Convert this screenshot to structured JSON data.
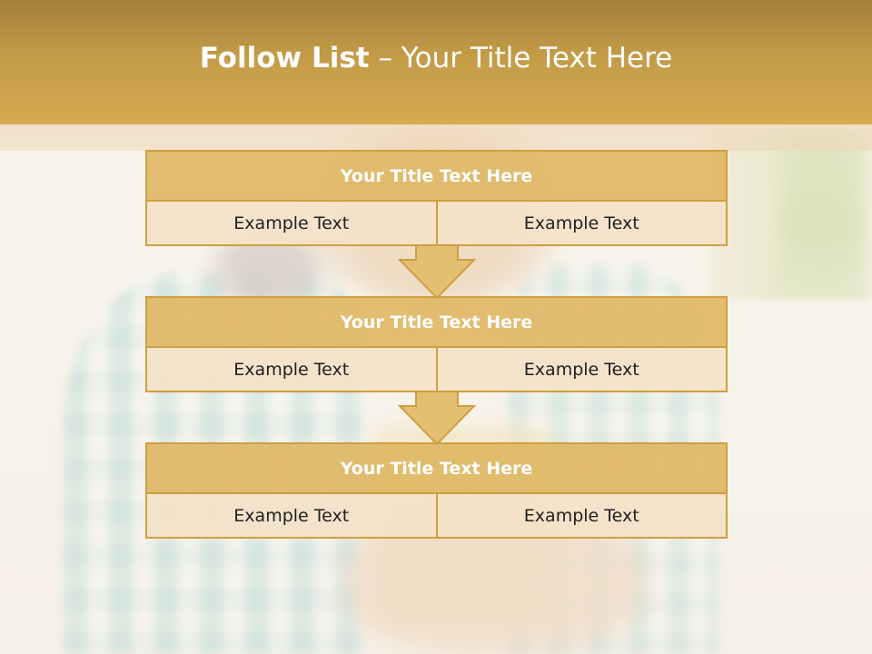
{
  "slide": {
    "title_bold": "Follow List",
    "title_rest": " – Your Title Text Here"
  },
  "blocks": [
    {
      "title": "Your Title Text Here",
      "left": "Example Text",
      "right": "Example Text"
    },
    {
      "title": "Your Title Text Here",
      "left": "Example Text",
      "right": "Example Text"
    },
    {
      "title": "Your Title Text Here",
      "left": "Example Text",
      "right": "Example Text"
    }
  ],
  "colors": {
    "title_bar": "#c39b47",
    "block_header": "#dfb765",
    "block_cell": "#f4e2c8",
    "border": "#cf9f3f"
  }
}
